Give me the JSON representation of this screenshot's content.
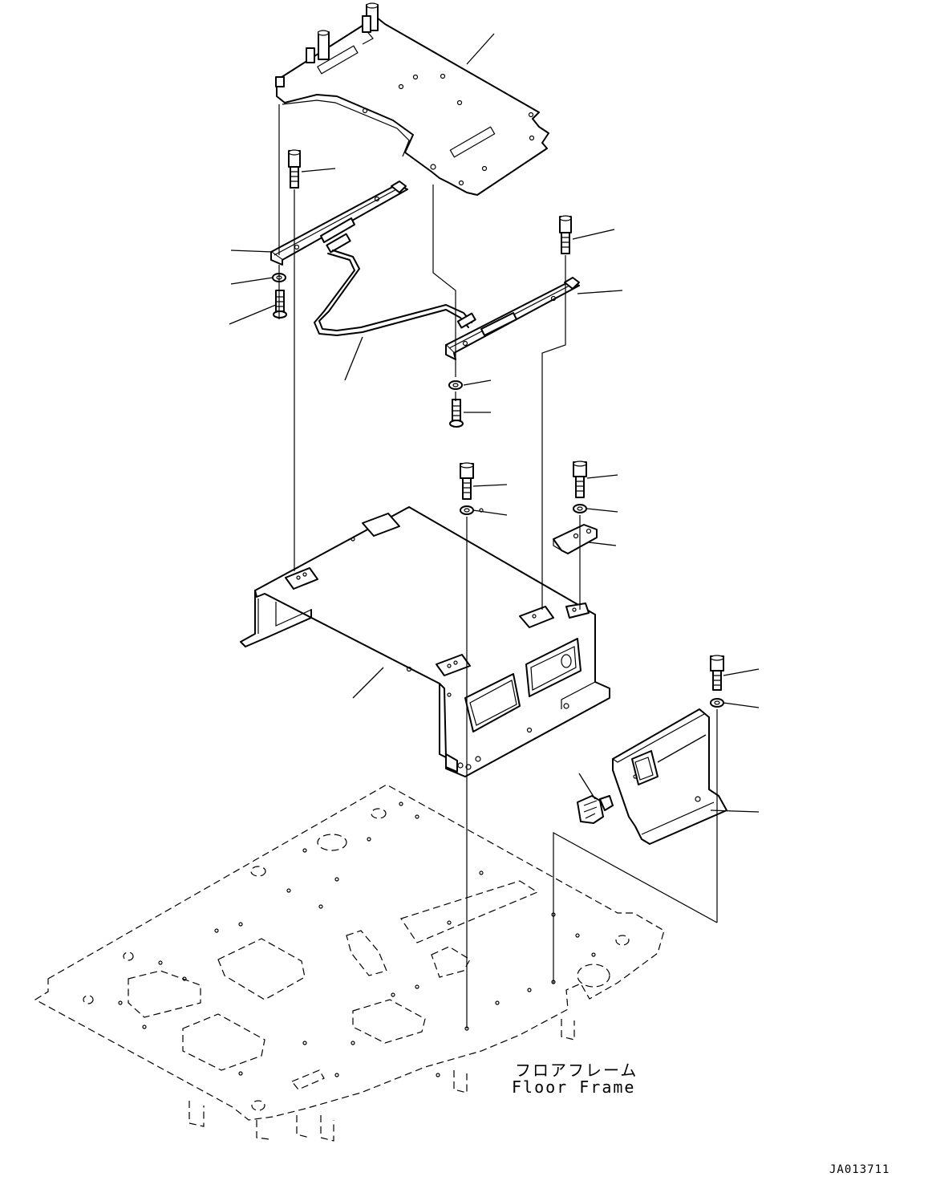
{
  "floor_frame_label": {
    "japanese": "フロアフレーム",
    "english": "Floor Frame"
  },
  "drawing_number": "JA013711"
}
